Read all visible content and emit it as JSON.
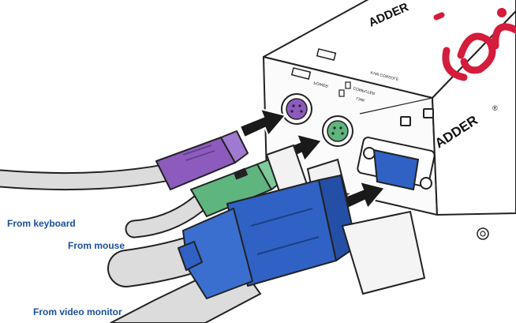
{
  "colors": {
    "label": "#1a4f9c",
    "brand": "#d41c3c",
    "keyboard_plug": "#8d5bbd",
    "mouse_plug": "#5fb57e",
    "vga_plug": "#2f62c4",
    "arrow": "#1a1a1a",
    "cable": "#dcdcdc",
    "outline": "#222222"
  },
  "device": {
    "brand_top": "ADDER",
    "brand_side": "ADDER",
    "registered_mark": "®",
    "logo": "ipc",
    "port_labels": {
      "kvm_console": "KVM CONSOLE",
      "computer": "COMPUTER",
      "link": "LINK",
      "power": "POWER"
    }
  },
  "callouts": {
    "keyboard": "From keyboard",
    "mouse": "From mouse",
    "video": "From video monitor"
  },
  "icons": [
    "arrow-icon",
    "ps2-port-icon",
    "vga-port-icon"
  ]
}
